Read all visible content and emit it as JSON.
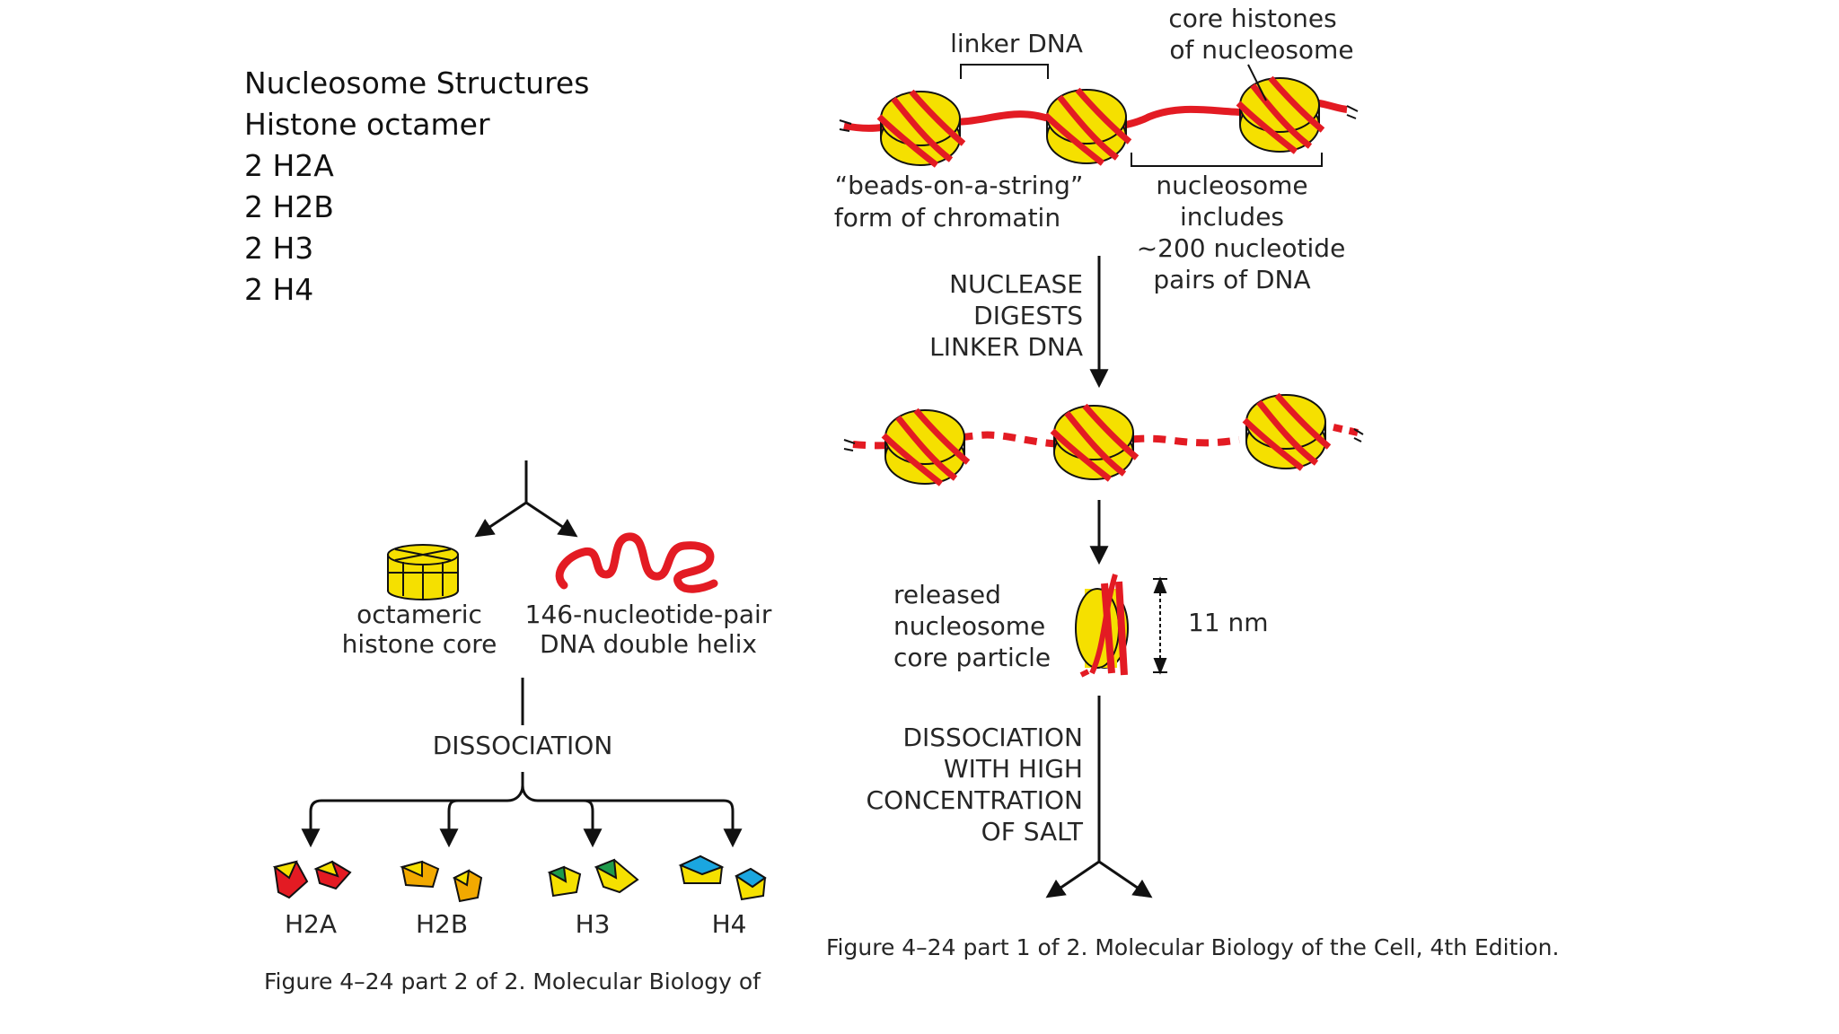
{
  "slide": {
    "heading": "Nucleosome Structures",
    "subheading": "Histone octamer",
    "items": [
      "2 H2A",
      "2 H2B",
      "2 H3",
      "2 H4"
    ]
  },
  "figure_right": {
    "linker_label": "linker DNA",
    "core_histones_label": [
      "core histones",
      "of nucleosome"
    ],
    "beads_label": [
      "“beads-on-a-string”",
      "form of chromatin"
    ],
    "nucleosome_label": [
      "nucleosome",
      "includes",
      "~200 nucleotide",
      "pairs of DNA"
    ],
    "nuclease_step": [
      "NUCLEASE",
      "DIGESTS",
      "LINKER DNA"
    ],
    "released_label": [
      "released",
      "nucleosome",
      "core particle"
    ],
    "size_label": "11 nm",
    "dissociation_step": [
      "DISSOCIATION",
      "WITH HIGH",
      "CONCENTRATION",
      "OF SALT"
    ],
    "caption": "Figure 4–24 part 1 of 2. Molecular Biology of the Cell, 4th Edition."
  },
  "figure_left": {
    "octamer_label": [
      "octameric",
      "histone core"
    ],
    "dna_label": [
      "146-nucleotide-pair",
      "DNA double helix"
    ],
    "dissociation_label": "DISSOCIATION",
    "histones": [
      "H2A",
      "H2B",
      "H3",
      "H4"
    ],
    "caption": "Figure 4–24 part 2 of 2. Molecular Biology of"
  },
  "colors": {
    "histone_yellow": "#f5e000",
    "dna_red": "#e31b23",
    "h2a_red": "#e31b23",
    "h2b_orange": "#f2a900",
    "h3_green": "#1e9b4b",
    "h4_blue": "#1aa6e0"
  }
}
